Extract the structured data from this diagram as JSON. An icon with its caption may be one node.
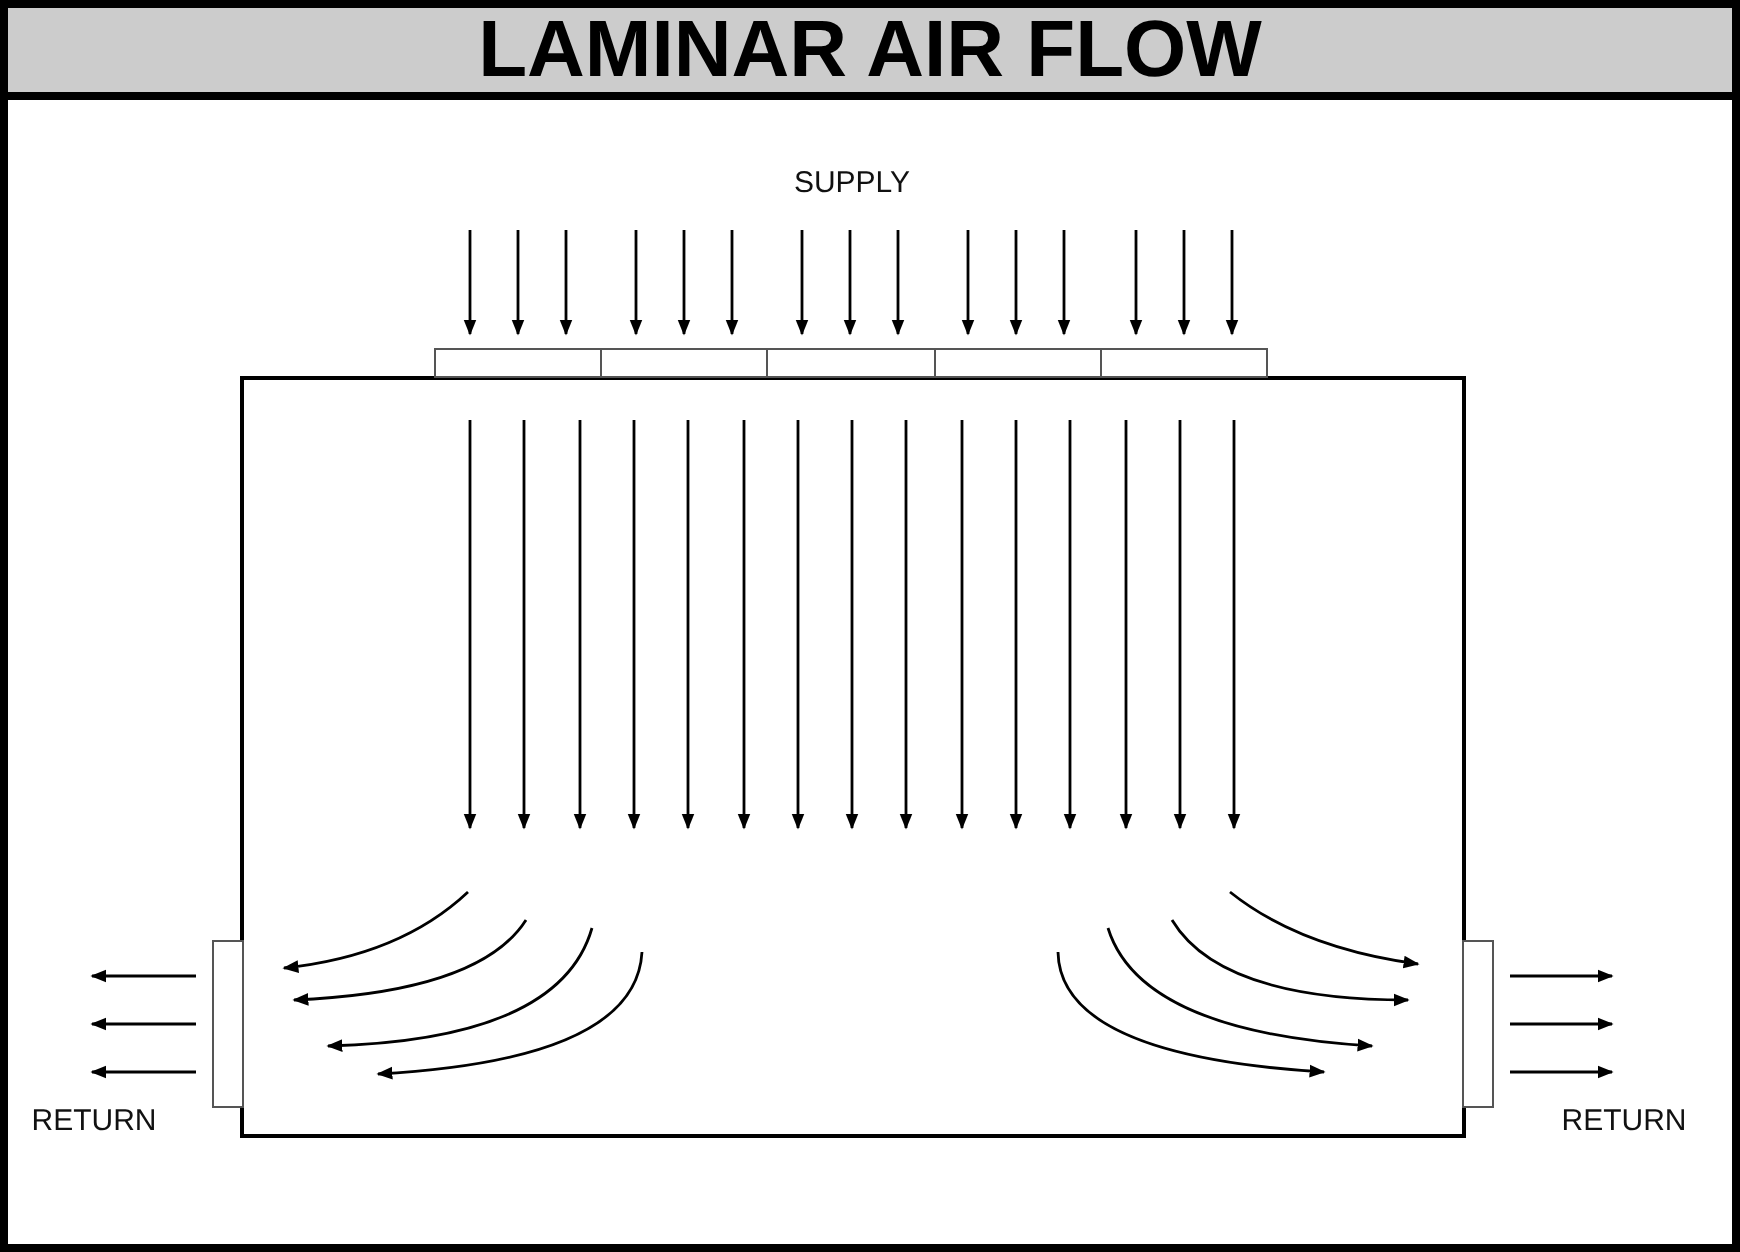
{
  "diagram": {
    "title": "LAMINAR AIR FLOW",
    "nodes": [
      {
        "text": [],
        "shape": "box"
      },
      {
        "text": [],
        "shape": "panel"
      },
      {
        "text": [],
        "shape": "panel"
      },
      {
        "text": [],
        "shape": "panel"
      },
      {
        "text": [],
        "shape": "panel"
      },
      {
        "text": [],
        "shape": "panel"
      },
      {
        "text": [],
        "shape": "bar"
      },
      {
        "text": [],
        "shape": "bar"
      }
    ],
    "labels": [
      "SUPPLY",
      "RETURN",
      "RETURN"
    ]
  }
}
